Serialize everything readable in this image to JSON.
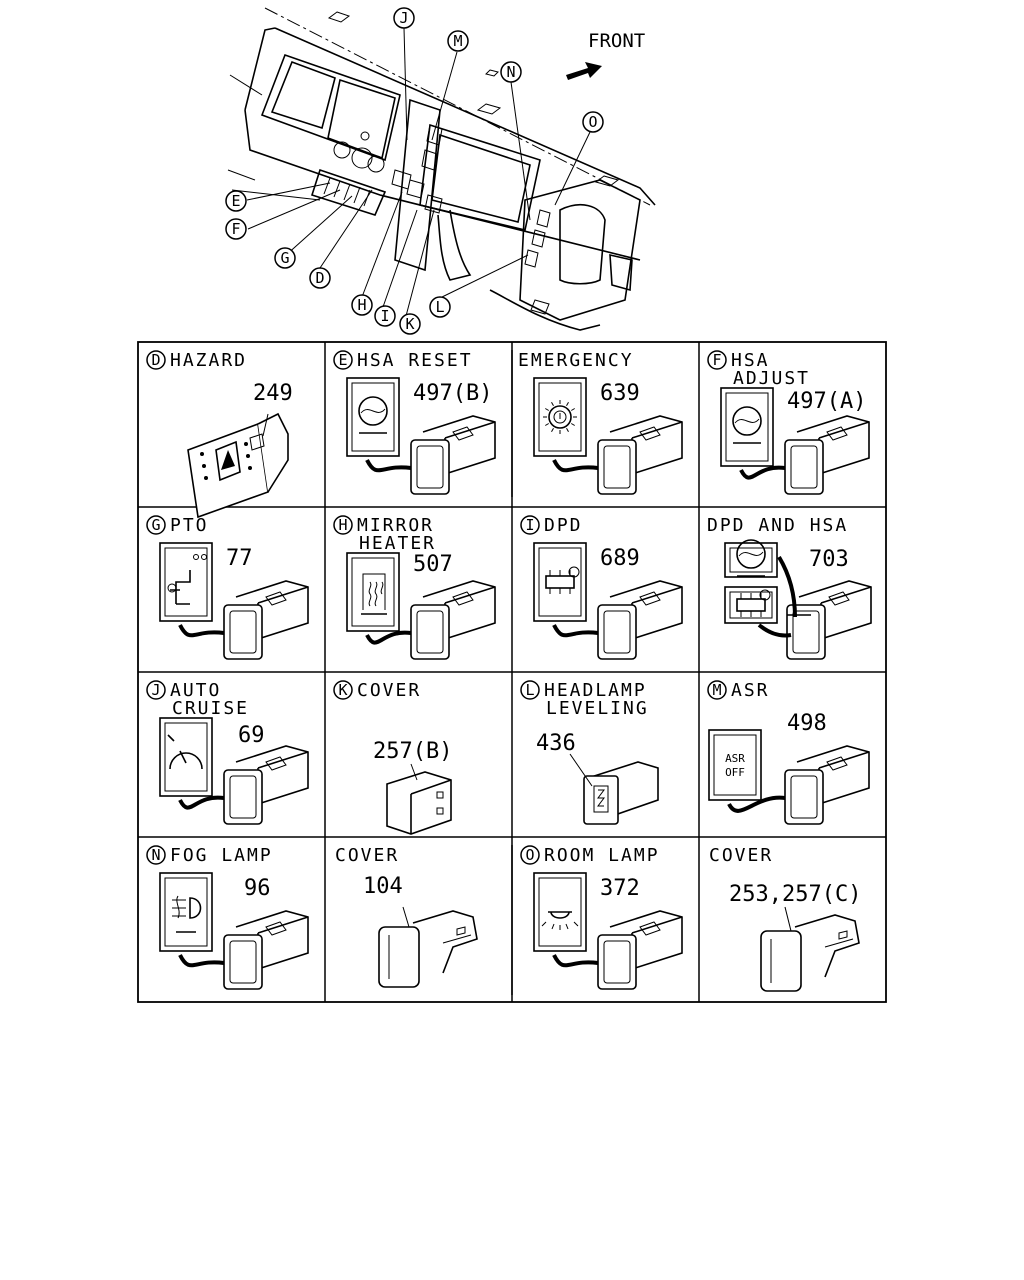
{
  "front_label": "FRONT",
  "overview_callouts": [
    {
      "letter": "J"
    },
    {
      "letter": "M"
    },
    {
      "letter": "N"
    },
    {
      "letter": "O"
    },
    {
      "letter": "E"
    },
    {
      "letter": "F"
    },
    {
      "letter": "G"
    },
    {
      "letter": "D"
    },
    {
      "letter": "H"
    },
    {
      "letter": "I"
    },
    {
      "letter": "K"
    },
    {
      "letter": "L"
    }
  ],
  "cells": [
    {
      "letter": "D",
      "title": [
        "HAZARD"
      ],
      "part": "249",
      "kind": "hazard"
    },
    {
      "letter": "E",
      "title": [
        "HSA RESET"
      ],
      "part": "497(B)",
      "kind": "switch",
      "icon": "hsa"
    },
    {
      "letter": "",
      "title": [
        "EMERGENCY"
      ],
      "part": "639",
      "kind": "switch",
      "icon": "emergency"
    },
    {
      "letter": "F",
      "title": [
        "HSA",
        "ADJUST"
      ],
      "part": "497(A)",
      "kind": "switch",
      "icon": "hsa"
    },
    {
      "letter": "G",
      "title": [
        "PTO"
      ],
      "part": "77",
      "kind": "switch",
      "icon": "pto"
    },
    {
      "letter": "H",
      "title": [
        "MIRROR",
        "HEATER"
      ],
      "part": "507",
      "kind": "switch",
      "icon": "mirror"
    },
    {
      "letter": "I",
      "title": [
        "DPD"
      ],
      "part": "689",
      "kind": "switch",
      "icon": "dpd"
    },
    {
      "letter": "",
      "title": [
        "DPD AND HSA"
      ],
      "part": "703",
      "kind": "dpdhsa"
    },
    {
      "letter": "J",
      "title": [
        "AUTO",
        "CRUISE"
      ],
      "part": "69",
      "kind": "switch",
      "icon": "cruise"
    },
    {
      "letter": "K",
      "title": [
        "COVER"
      ],
      "part": "257(B)",
      "kind": "cover"
    },
    {
      "letter": "L",
      "title": [
        "HEADLAMP",
        "LEVELING"
      ],
      "part": "436",
      "kind": "leveling"
    },
    {
      "letter": "M",
      "title": [
        "ASR"
      ],
      "part": "498",
      "kind": "switch",
      "icon": "asr",
      "icon_text": [
        "ASR",
        "OFF"
      ]
    },
    {
      "letter": "N",
      "title": [
        "FOG LAMP"
      ],
      "part": "96",
      "kind": "switch",
      "icon": "fog"
    },
    {
      "letter": "",
      "title": [
        "COVER"
      ],
      "part": "104",
      "kind": "longcover"
    },
    {
      "letter": "O",
      "title": [
        "ROOM LAMP"
      ],
      "part": "372",
      "kind": "switch",
      "icon": "room"
    },
    {
      "letter": "",
      "title": [
        "COVER"
      ],
      "part": "253,257(C)",
      "kind": "longcover"
    }
  ]
}
